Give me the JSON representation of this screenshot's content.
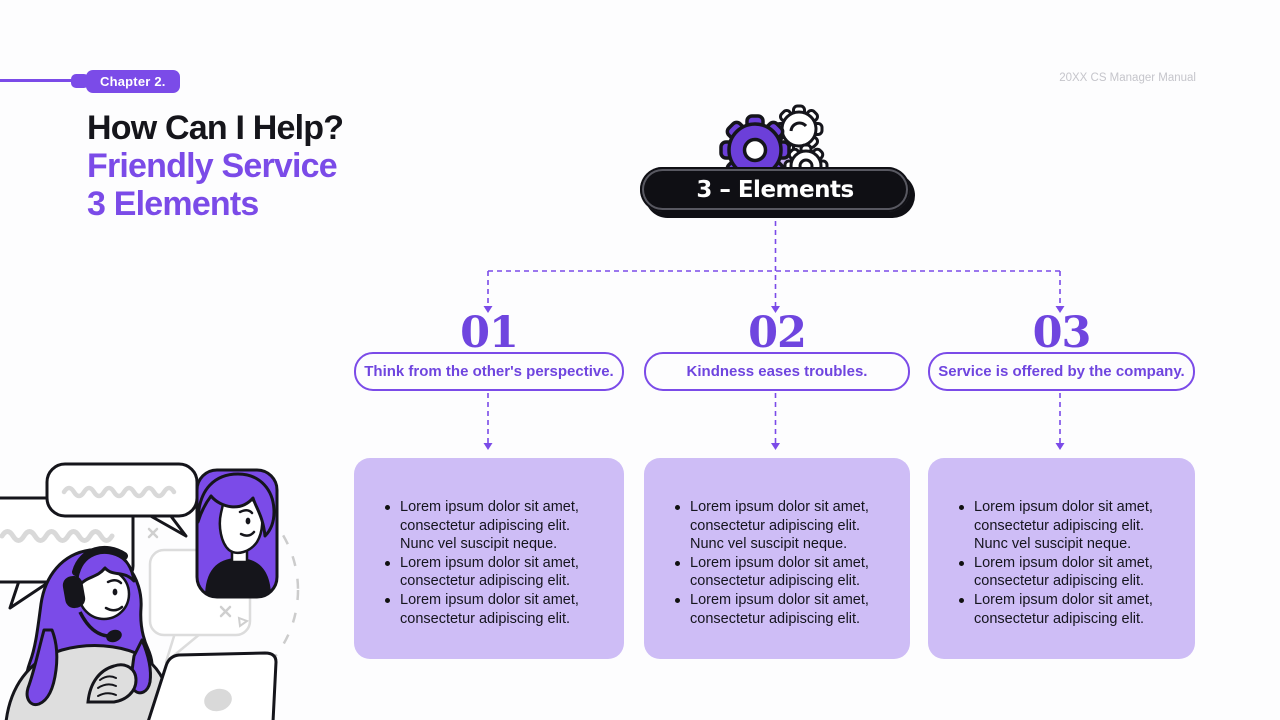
{
  "meta": {
    "chapter_badge": "Chapter 2.",
    "doc_label": "20XX CS Manager Manual"
  },
  "title": {
    "line1": "How Can I Help?",
    "line2": "Friendly Service",
    "line3": "3 Elements"
  },
  "center_node": {
    "label": "3 – Elements",
    "icon": "gears-icon"
  },
  "columns": [
    {
      "number": "01",
      "label": "Think from the other's perspective.",
      "bullets": [
        "Lorem ipsum dolor sit amet, consectetur adipiscing elit. Nunc vel suscipit neque.",
        "Lorem ipsum dolor sit amet, consectetur adipiscing elit.",
        "Lorem ipsum dolor sit amet, consectetur adipiscing elit."
      ]
    },
    {
      "number": "02",
      "label": "Kindness eases troubles.",
      "bullets": [
        "Lorem ipsum dolor sit amet, consectetur adipiscing elit. Nunc vel suscipit neque.",
        "Lorem ipsum dolor sit amet, consectetur adipiscing elit.",
        "Lorem ipsum dolor sit amet, consectetur adipiscing elit."
      ]
    },
    {
      "number": "03",
      "label": "Service is offered by the company.",
      "bullets": [
        "Lorem ipsum dolor sit amet, consectetur adipiscing elit. Nunc vel suscipit neque.",
        "Lorem ipsum dolor sit amet, consectetur adipiscing elit.",
        "Lorem ipsum dolor sit amet, consectetur adipiscing elit."
      ]
    }
  ],
  "illustration": "customer-service-agent-chatting",
  "colors": {
    "accent": "#7B4BE8",
    "panel": "#CEBDF6",
    "pill_black": "#0F0F14",
    "muted_gray": "#C5C5CB"
  }
}
